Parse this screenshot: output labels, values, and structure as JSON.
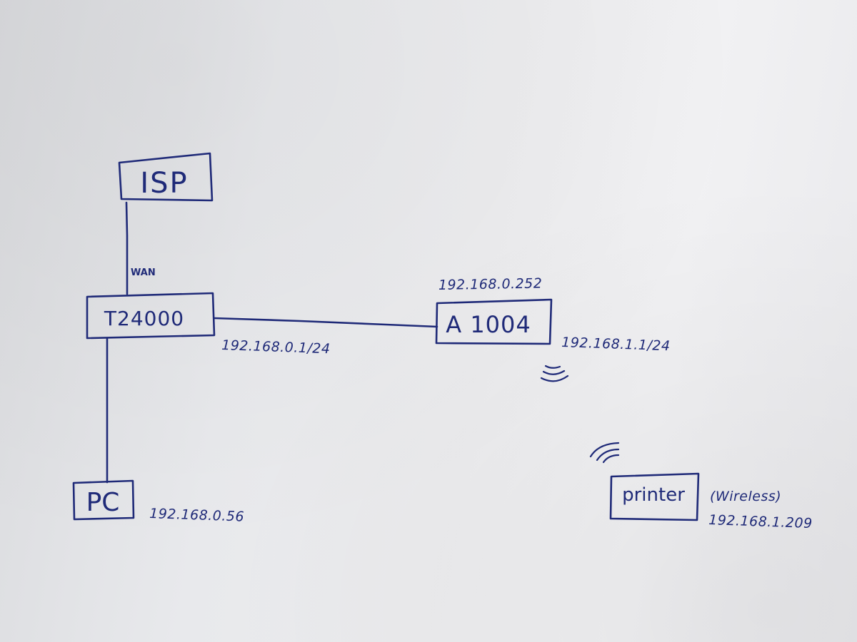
{
  "nodes": {
    "isp": {
      "label": "ISP"
    },
    "router": {
      "label": "T24000"
    },
    "ap": {
      "label": "A 1004"
    },
    "pc": {
      "label": "PC"
    },
    "printer": {
      "label": "printer"
    }
  },
  "links": {
    "wan_label": "WAN"
  },
  "addresses": {
    "router_lan": "192.168.0.1/24",
    "ap_wan": "192.168.0.252",
    "ap_lan": "192.168.1.1/24",
    "pc": "192.168.0.56",
    "printer_note": "(Wireless)",
    "printer": "192.168.1.209"
  },
  "colors": {
    "ink": "#1f2a78",
    "paper": "#e8e9ec"
  },
  "icons": [
    "wifi-signal-icon"
  ]
}
